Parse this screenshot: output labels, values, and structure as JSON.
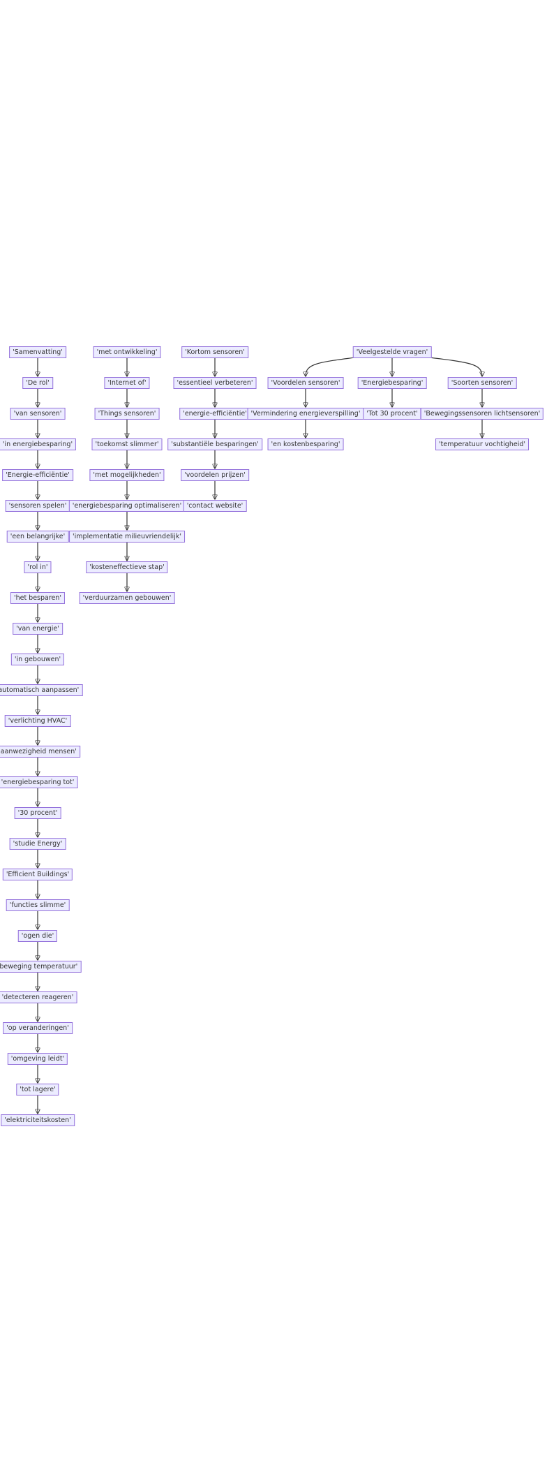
{
  "theme": {
    "node_fill": "#ececff",
    "node_border": "#9370db",
    "text": "#333333",
    "edge": "#333333"
  },
  "columns": [
    {
      "nodes": [
        "'Samenvatting'",
        "'De rol'",
        "'van sensoren'",
        "'in energiebesparing'",
        "'Energie-efficiëntie'",
        "'sensoren spelen'",
        "'een belangrijke'",
        "'rol in'",
        "'het besparen'",
        "'van energie'",
        "'in gebouwen'",
        "'automatisch aanpassen'",
        "'verlichting HVAC'",
        "'aanwezigheid mensen'",
        "'energiebesparing tot'",
        "'30 procent'",
        "'studie Energy'",
        "'Efficient Buildings'",
        "'functies slimme'",
        "'ogen die'",
        "'beweging temperatuur'",
        "'detecteren reageren'",
        "'op veranderingen'",
        "'omgeving leidt'",
        "'tot lagere'",
        "'elektriciteitskosten'"
      ]
    },
    {
      "nodes": [
        "'met ontwikkeling'",
        "'Internet of'",
        "'Things sensoren'",
        "'toekomst slimmer'",
        "'met mogelijkheden'",
        "'energiebesparing optimaliseren'",
        "'implementatie milieuvriendelijk'",
        "'kosteneffectieve stap'",
        "'verduurzamen gebouwen'"
      ]
    },
    {
      "nodes": [
        "'Kortom sensoren'",
        "'essentieel verbeteren'",
        "'energie-efficiëntie'",
        "'substantiële besparingen'",
        "'voordelen prijzen'",
        "'contact website'"
      ]
    },
    {
      "root": "'Veelgestelde vragen'",
      "branches": [
        {
          "nodes": [
            "'Voordelen sensoren'",
            "'Vermindering energieverspilling'",
            "'en kostenbesparing'"
          ]
        },
        {
          "nodes": [
            "'Energiebesparing'",
            "'Tot 30 procent'"
          ]
        },
        {
          "nodes": [
            "'Soorten sensoren'",
            "'Bewegingssensoren lichtsensoren'",
            "'temperatuur vochtigheid'"
          ]
        }
      ]
    }
  ]
}
